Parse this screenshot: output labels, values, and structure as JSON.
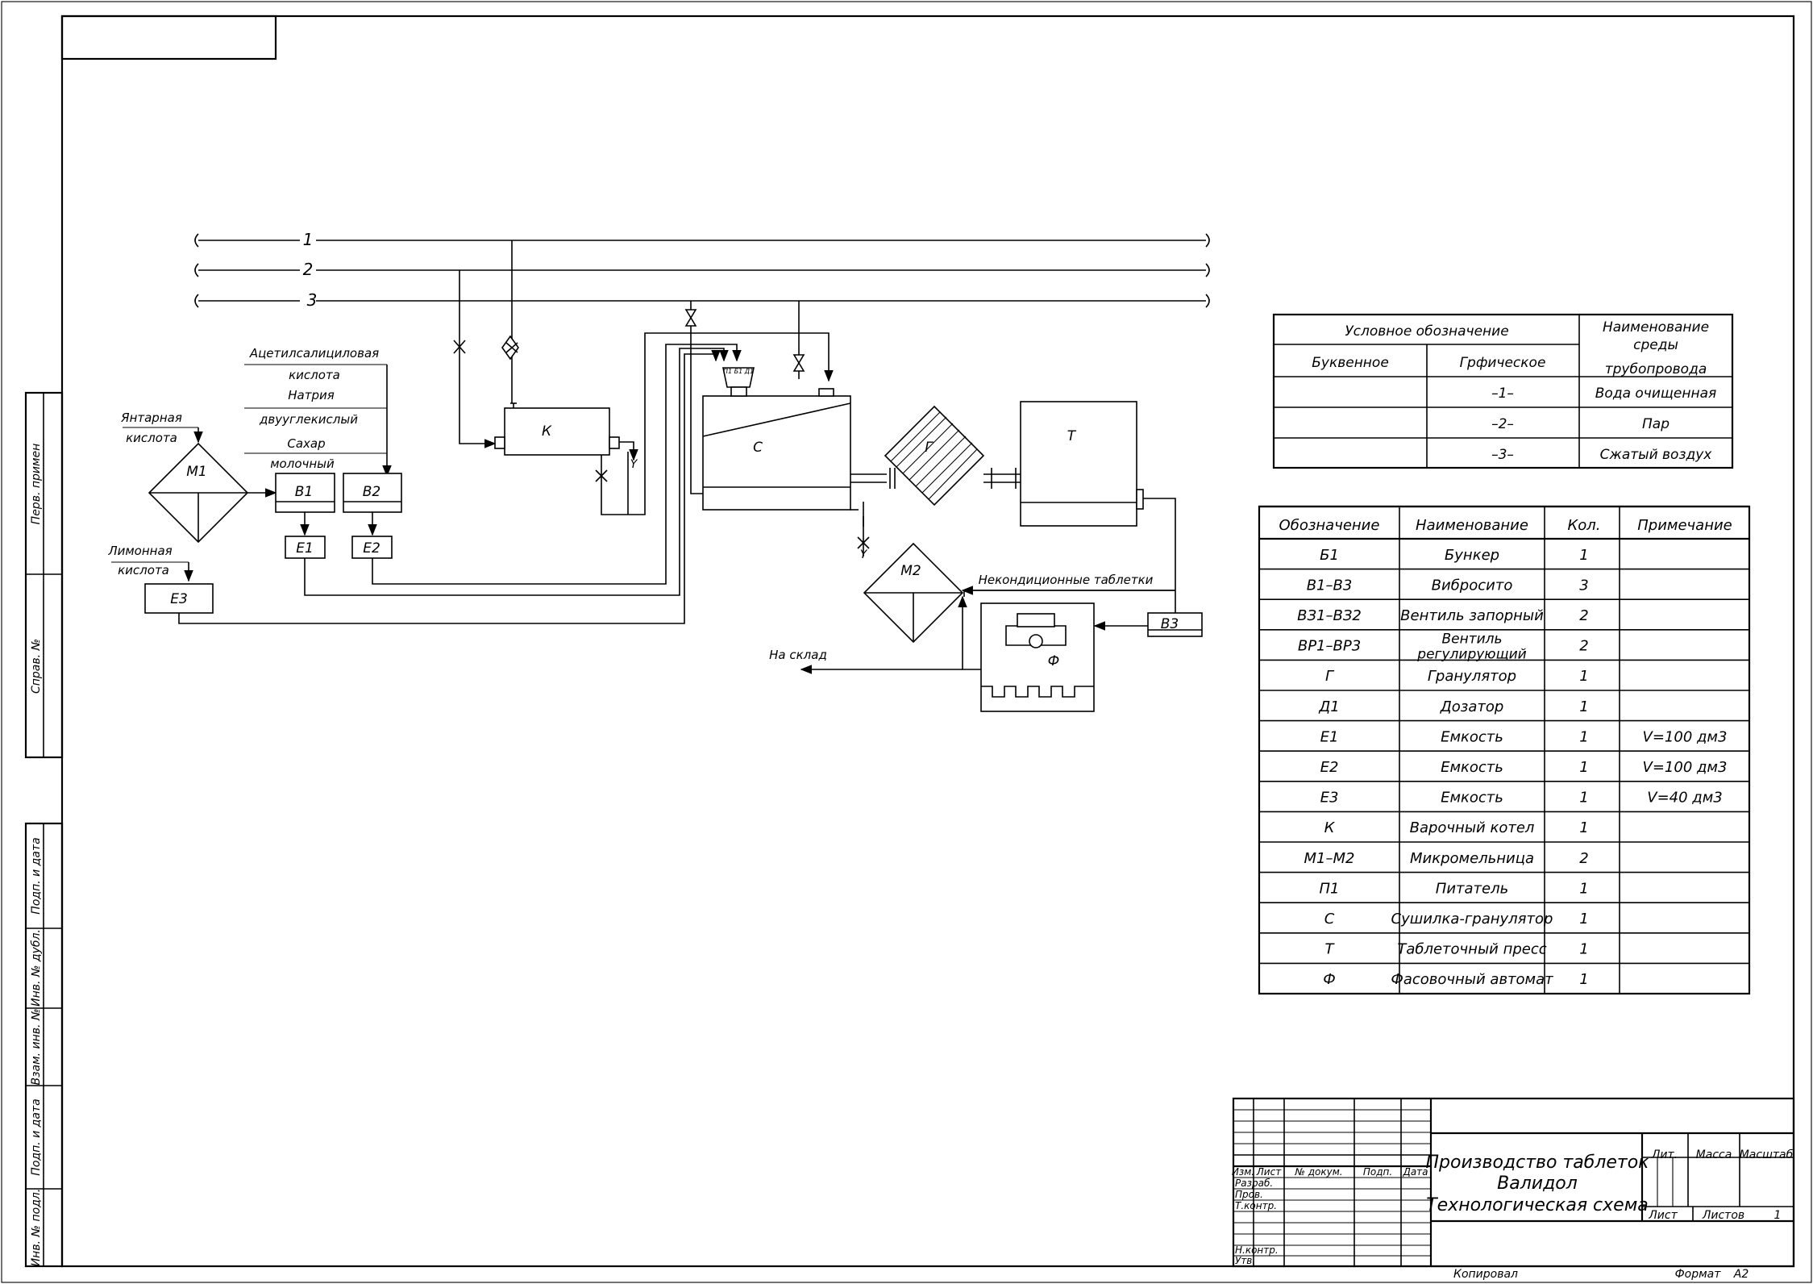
{
  "title_block": {
    "title_line1": "Производство таблеток",
    "title_line2": "Валидол",
    "title_line3": "Технологическая схема",
    "col_izm": "Изм.",
    "col_list": "Лист",
    "col_doc": "№ докум.",
    "col_podp": "Подп.",
    "col_data": "Дата",
    "row_razrab": "Разраб.",
    "row_prov": "Пров.",
    "row_tkontr": "Т.контр.",
    "row_nkontr": "Н.контр.",
    "row_utv": "Утв.",
    "lit": "Лит.",
    "massa": "Масса",
    "masshtab": "Масштаб",
    "list": "Лист",
    "listov": "Листов",
    "listov_value": "1",
    "copied": "Копировал",
    "format_label": "Формат",
    "format_value": "A2"
  },
  "side_stamp": {
    "perv_primen": "Перв. примен",
    "sprav_no": "Справ. №",
    "podp_data_1": "Подп. и дата",
    "inv_dubl": "Инв. № дубл.",
    "vzam_inv": "Взам. инв. №",
    "podp_data_2": "Подп. и дата",
    "inv_podl": "Инв. № подл."
  },
  "pipelines": {
    "line1": "1",
    "line2": "2",
    "line3": "3"
  },
  "materials": {
    "amber_acid_1": "Янтарная",
    "amber_acid_2": "кислота",
    "aspirin_1": "Ацетилсалициловая",
    "aspirin_2": "кислота",
    "sodium_1": "Натрия",
    "sodium_2": "двууглекислый",
    "sugar_1": "Сахар",
    "sugar_2": "молочный",
    "citric_1": "Лимонная",
    "citric_2": "кислота",
    "rejected_tablets": "Некондиционные таблетки",
    "to_warehouse": "На склад"
  },
  "equipment": {
    "m1": "М1",
    "m2": "М2",
    "b1": "В1",
    "b2": "В2",
    "b3": "В3",
    "e1": "Е1",
    "e2": "Е2",
    "e3": "Е3",
    "k": "К",
    "c": "С",
    "g": "Г",
    "t": "Т",
    "f": "Ф",
    "hopper_labels": "П1 Б1 Д1"
  },
  "legend": {
    "header_conventional": "Условное обозначение",
    "header_letter": "Буквенное",
    "header_graphic": "Грфическое",
    "header_name_1": "Наименование",
    "header_name_2": "среды",
    "header_name_3": "трубопровода",
    "rows": [
      {
        "letter": "",
        "graphic": "–1–",
        "name": "Вода очищенная"
      },
      {
        "letter": "",
        "graphic": "–2–",
        "name": "Пар"
      },
      {
        "letter": "",
        "graphic": "–3–",
        "name": "Сжатый воздух"
      }
    ]
  },
  "spec": {
    "headers": [
      "Обозначение",
      "Наименование",
      "Кол.",
      "Примечание"
    ],
    "rows": [
      {
        "code": "Б1",
        "name": "Бункер",
        "qty": "1",
        "note": ""
      },
      {
        "code": "В1–В3",
        "name": "Вибросито",
        "qty": "3",
        "note": ""
      },
      {
        "code": "ВЗ1–ВЗ2",
        "name": "Вентиль запорный",
        "qty": "2",
        "note": ""
      },
      {
        "code": "ВР1–ВР3",
        "name": "Вентиль регулирующий",
        "qty": "2",
        "note": ""
      },
      {
        "code": "Г",
        "name": "Гранулятор",
        "qty": "1",
        "note": ""
      },
      {
        "code": "Д1",
        "name": "Дозатор",
        "qty": "1",
        "note": ""
      },
      {
        "code": "Е1",
        "name": "Емкость",
        "qty": "1",
        "note": "V=100 дм3"
      },
      {
        "code": "Е2",
        "name": "Емкость",
        "qty": "1",
        "note": "V=100 дм3"
      },
      {
        "code": "Е3",
        "name": "Емкость",
        "qty": "1",
        "note": "V=40 дм3"
      },
      {
        "code": "К",
        "name": "Варочный котел",
        "qty": "1",
        "note": ""
      },
      {
        "code": "М1–М2",
        "name": "Микромельница",
        "qty": "2",
        "note": ""
      },
      {
        "code": "П1",
        "name": "Питатель",
        "qty": "1",
        "note": ""
      },
      {
        "code": "С",
        "name": "Сушилка-гранулятор",
        "qty": "1",
        "note": ""
      },
      {
        "code": "Т",
        "name": "Таблеточный пресс",
        "qty": "1",
        "note": ""
      },
      {
        "code": "Ф",
        "name": "Фасовочный автомат",
        "qty": "1",
        "note": ""
      }
    ]
  }
}
